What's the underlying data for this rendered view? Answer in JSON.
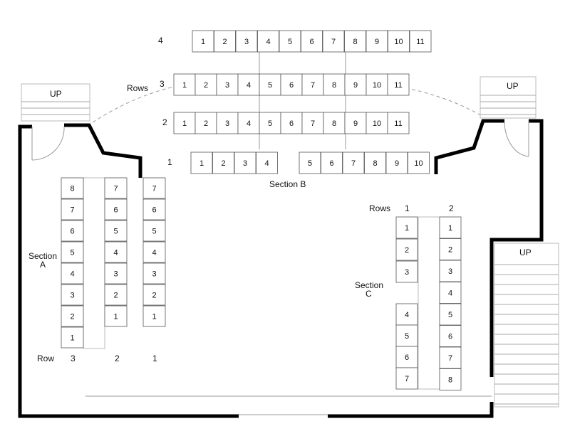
{
  "stairs": {
    "label": "UP"
  },
  "section_a": {
    "title_1": "Section",
    "title_2": "A",
    "row_caption": "Row",
    "row_labels": [
      "3",
      "2",
      "1"
    ],
    "rows": [
      {
        "row": "3",
        "seats": [
          "8",
          "7",
          "6",
          "5",
          "4",
          "3",
          "2",
          "1"
        ]
      },
      {
        "row": "2",
        "seats": [
          "7",
          "6",
          "5",
          "4",
          "3",
          "2",
          "1"
        ]
      },
      {
        "row": "1",
        "seats": [
          "7",
          "6",
          "5",
          "4",
          "3",
          "2",
          "1"
        ]
      }
    ]
  },
  "section_b": {
    "title": "Section B",
    "rows_caption": "Rows",
    "rows": [
      {
        "row": "4",
        "seats": [
          "1",
          "2",
          "3",
          "4",
          "5",
          "6",
          "7",
          "8",
          "9",
          "10",
          "11"
        ]
      },
      {
        "row": "3",
        "seats": [
          "1",
          "2",
          "3",
          "4",
          "5",
          "6",
          "7",
          "8",
          "9",
          "10",
          "11"
        ]
      },
      {
        "row": "2",
        "seats": [
          "1",
          "2",
          "3",
          "4",
          "5",
          "6",
          "7",
          "8",
          "9",
          "10",
          "11"
        ]
      },
      {
        "row": "1",
        "seats": [
          "1",
          "2",
          "3",
          "4",
          "5",
          "6",
          "7",
          "8",
          "9",
          "10"
        ]
      }
    ]
  },
  "section_c": {
    "title_1": "Section",
    "title_2": "C",
    "rows_caption": "Rows",
    "row_labels": [
      "1",
      "2"
    ],
    "rows": [
      {
        "row": "1",
        "seats": [
          "1",
          "2",
          "3",
          "4",
          "5",
          "6",
          "7"
        ]
      },
      {
        "row": "2",
        "seats": [
          "1",
          "2",
          "3",
          "4",
          "5",
          "6",
          "7",
          "8"
        ]
      }
    ]
  }
}
